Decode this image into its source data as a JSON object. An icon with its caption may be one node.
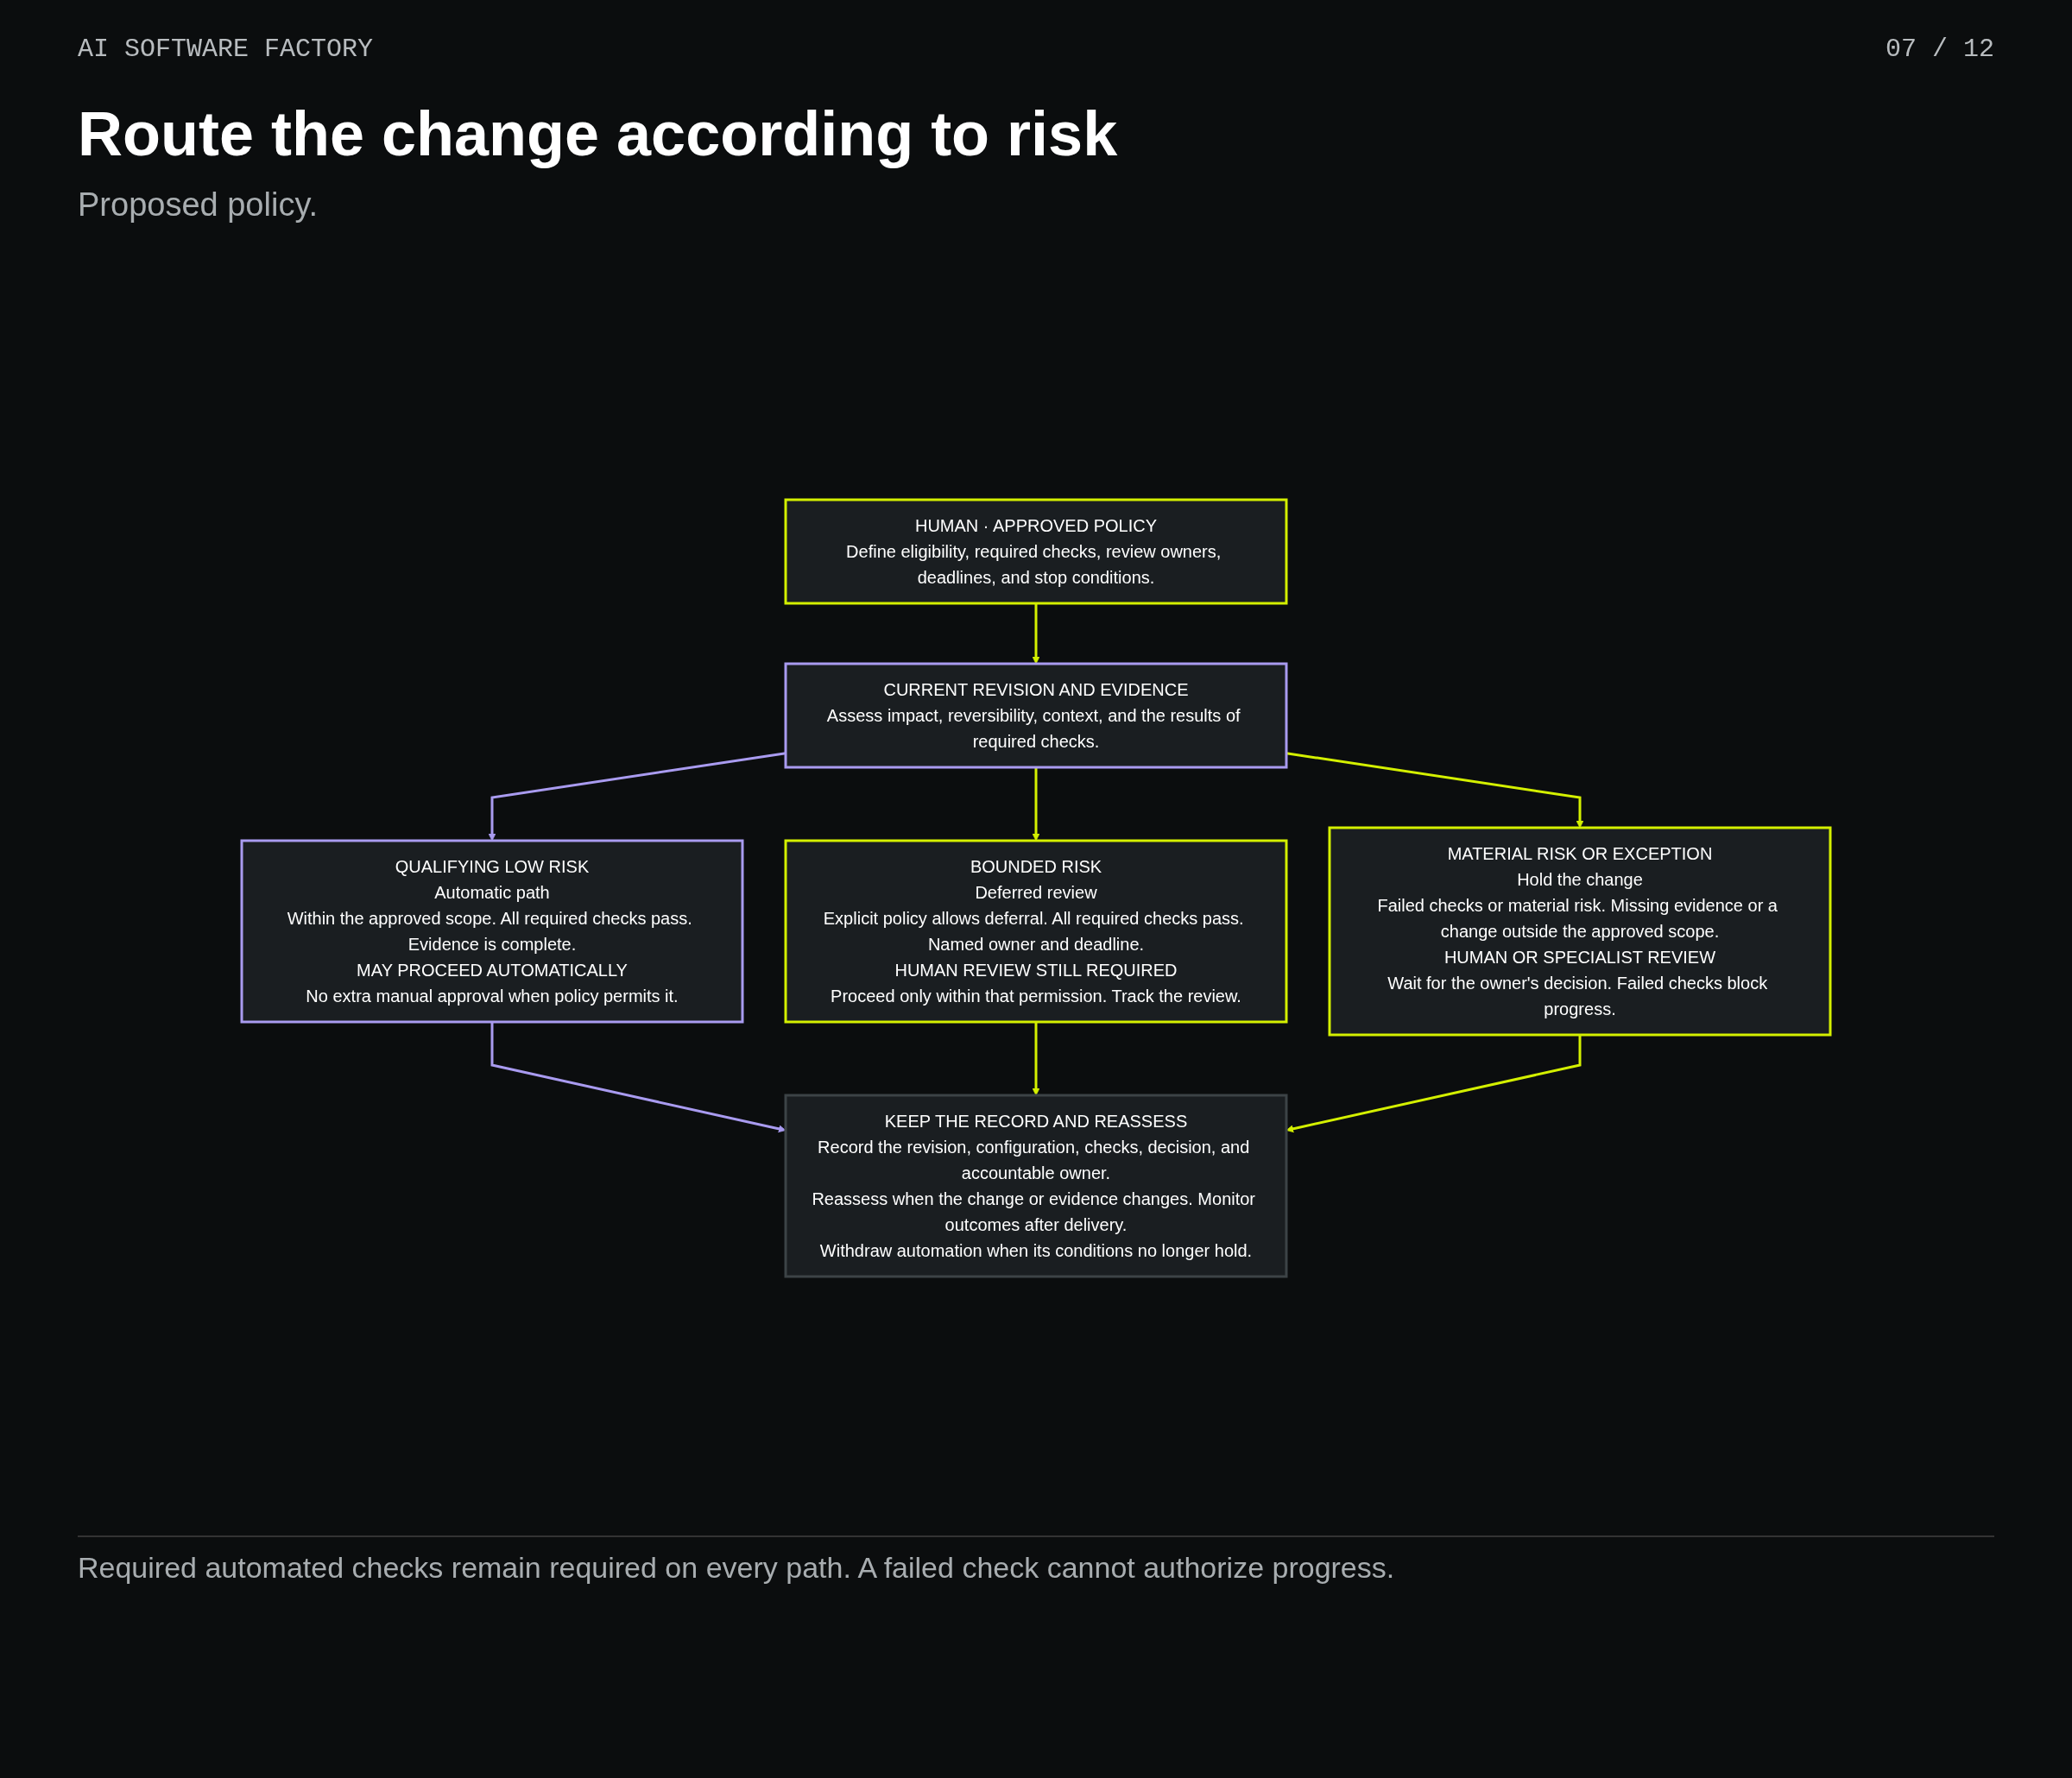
{
  "diagram": {
    "title": "Route the change according to risk",
    "caption": "Required automated checks remain required on every path. A failed check cannot authorize progress.",
    "nodes": [
      {
        "text": [
          "HUMAN · APPROVED POLICY",
          "Define eligibility, required checks, review owners, deadlines, and stop conditions."
        ]
      },
      {
        "text": [
          "CURRENT REVISION AND EVIDENCE",
          "Assess impact, reversibility, context, and the results of required checks."
        ]
      },
      {
        "text": [
          "QUALIFYING LOW RISK",
          "Automatic path",
          "Within the approved scope. All required checks pass. Evidence is complete.",
          "MAY PROCEED AUTOMATICALLY",
          "No extra manual approval when policy permits it."
        ]
      },
      {
        "text": [
          "BOUNDED RISK",
          "Deferred review",
          "Explicit policy allows deferral. All required checks pass. Named owner and deadline.",
          "HUMAN REVIEW STILL REQUIRED",
          "Proceed only within that permission. Track the review."
        ]
      },
      {
        "text": [
          "MATERIAL RISK OR EXCEPTION",
          "Hold the change",
          "Failed checks or material risk. Missing evidence or a change outside the approved scope.",
          "HUMAN OR SPECIALIST REVIEW",
          "Wait for the owner's decision. Failed checks block progress."
        ]
      },
      {
        "text": [
          "KEEP THE RECORD AND REASSESS",
          "Record the revision, configuration, checks, decision, and accountable owner.",
          "Reassess when the change or evidence changes. Monitor outcomes after delivery.",
          "Withdraw automation when its conditions no longer hold."
        ]
      }
    ],
    "edges": [
      {
        "from": 0,
        "to": 1,
        "arrow": "to",
        "color": "#d4f000"
      },
      {
        "from": 1,
        "to": 2,
        "arrow": "to",
        "color": "#a99bf0"
      },
      {
        "from": 1,
        "to": 3,
        "arrow": "to",
        "color": "#d4f000"
      },
      {
        "from": 1,
        "to": 4,
        "arrow": "to",
        "color": "#d4f000"
      },
      {
        "from": 2,
        "to": 5,
        "arrow": "to",
        "color": "#a99bf0"
      },
      {
        "from": 3,
        "to": 5,
        "arrow": "to",
        "color": "#d4f000"
      },
      {
        "from": 4,
        "to": 5,
        "arrow": "to",
        "color": "#d4f000"
      }
    ],
    "labels": [
      "AI SOFTWARE FACTORY",
      "07 / 12",
      "Proposed policy."
    ]
  }
}
